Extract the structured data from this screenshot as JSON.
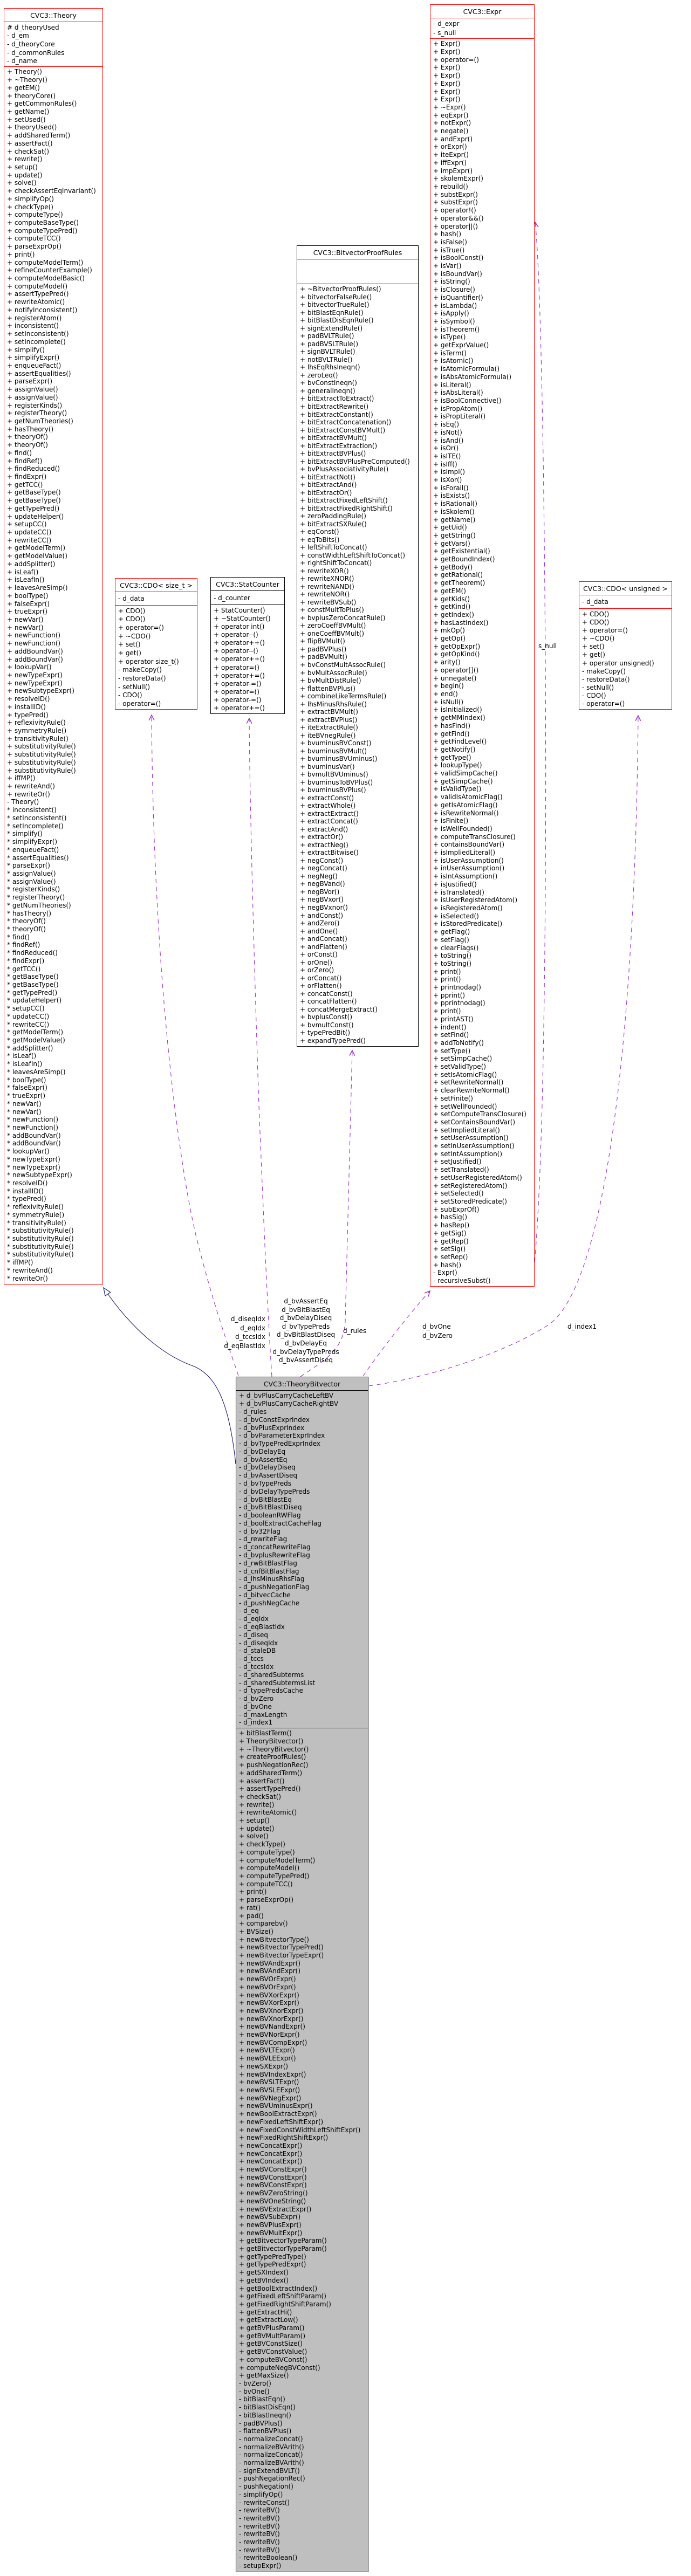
{
  "classes": {
    "theory": {
      "title": "CVC3::Theory",
      "attributes": [
        "# d_theoryUsed",
        "- d_em",
        "- d_theoryCore",
        "- d_commonRules",
        "- d_name"
      ],
      "methods": [
        "+ Theory()",
        "+ ~Theory()",
        "+ getEM()",
        "+ theoryCore()",
        "+ getCommonRules()",
        "+ getName()",
        "+ setUsed()",
        "+ theoryUsed()",
        "+ addSharedTerm()",
        "+ assertFact()",
        "+ checkSat()",
        "+ rewrite()",
        "+ setup()",
        "+ update()",
        "+ solve()",
        "+ checkAssertEqInvariant()",
        "+ simplifyOp()",
        "+ checkType()",
        "+ computeType()",
        "+ computeBaseType()",
        "+ computeTypePred()",
        "+ computeTCC()",
        "+ parseExprOp()",
        "+ print()",
        "+ computeModelTerm()",
        "+ refineCounterExample()",
        "+ computeModelBasic()",
        "+ computeModel()",
        "+ assertTypePred()",
        "+ rewriteAtomic()",
        "+ notifyInconsistent()",
        "+ registerAtom()",
        "+ inconsistent()",
        "+ setInconsistent()",
        "+ setIncomplete()",
        "+ simplify()",
        "+ simplifyExpr()",
        "+ enqueueFact()",
        "+ assertEqualities()",
        "+ parseExpr()",
        "+ assignValue()",
        "+ assignValue()",
        "+ registerKinds()",
        "+ registerTheory()",
        "+ getNumTheories()",
        "+ hasTheory()",
        "+ theoryOf()",
        "+ theoryOf()",
        "+ find()",
        "+ findRef()",
        "+ findReduced()",
        "+ findExpr()",
        "+ getTCC()",
        "+ getBaseType()",
        "+ getBaseType()",
        "+ getTypePred()",
        "+ updateHelper()",
        "+ setupCC()",
        "+ updateCC()",
        "+ rewriteCC()",
        "+ getModelTerm()",
        "+ getModelValue()",
        "+ addSplitter()",
        "+ isLeaf()",
        "+ isLeafIn()",
        "+ leavesAreSimp()",
        "+ boolType()",
        "+ falseExpr()",
        "+ trueExpr()",
        "+ newVar()",
        "+ newVar()",
        "+ newFunction()",
        "+ newFunction()",
        "+ addBoundVar()",
        "+ addBoundVar()",
        "+ lookupVar()",
        "+ newTypeExpr()",
        "+ newTypeExpr()",
        "+ newSubtypeExpr()",
        "+ resolveID()",
        "+ installID()",
        "+ typePred()",
        "+ reflexivityRule()",
        "+ symmetryRule()",
        "+ transitivityRule()",
        "+ substitutivityRule()",
        "+ substitutivityRule()",
        "+ substitutivityRule()",
        "+ substitutivityRule()",
        "+ iffMP()",
        "+ rewriteAnd()",
        "+ rewriteOr()",
        "- Theory()",
        "* inconsistent()",
        "* setInconsistent()",
        "* setIncomplete()",
        "* simplify()",
        "* simplifyExpr()",
        "* enqueueFact()",
        "* assertEqualities()",
        "* parseExpr()",
        "* assignValue()",
        "* assignValue()",
        "* registerKinds()",
        "* registerTheory()",
        "* getNumTheories()",
        "* hasTheory()",
        "* theoryOf()",
        "* theoryOf()",
        "* find()",
        "* findRef()",
        "* findReduced()",
        "* findExpr()",
        "* getTCC()",
        "* getBaseType()",
        "* getBaseType()",
        "* getTypePred()",
        "* updateHelper()",
        "* setupCC()",
        "* updateCC()",
        "* rewriteCC()",
        "* getModelTerm()",
        "* getModelValue()",
        "* addSplitter()",
        "* isLeaf()",
        "* isLeafIn()",
        "* leavesAreSimp()",
        "* boolType()",
        "* falseExpr()",
        "* trueExpr()",
        "* newVar()",
        "* newVar()",
        "* newFunction()",
        "* newFunction()",
        "* addBoundVar()",
        "* addBoundVar()",
        "* lookupVar()",
        "* newTypeExpr()",
        "* newTypeExpr()",
        "* newSubtypeExpr()",
        "* resolveID()",
        "* installID()",
        "* typePred()",
        "* reflexivityRule()",
        "* symmetryRule()",
        "* transitivityRule()",
        "* substitutivityRule()",
        "* substitutivityRule()",
        "* substitutivityRule()",
        "* substitutivityRule()",
        "* iffMP()",
        "* rewriteAnd()",
        "* rewriteOr()"
      ]
    },
    "expr": {
      "title": "CVC3::Expr",
      "attributes": [
        "- d_expr",
        "- s_null"
      ],
      "methods": [
        "+ Expr()",
        "+ Expr()",
        "+ operator=()",
        "+ Expr()",
        "+ Expr()",
        "+ Expr()",
        "+ Expr()",
        "+ Expr()",
        "+ ~Expr()",
        "+ eqExpr()",
        "+ notExpr()",
        "+ negate()",
        "+ andExpr()",
        "+ orExpr()",
        "+ iteExpr()",
        "+ iffExpr()",
        "+ impExpr()",
        "+ skolemExpr()",
        "+ rebuild()",
        "+ substExpr()",
        "+ substExpr()",
        "+ operator!()",
        "+ operator&&()",
        "+ operator||()",
        "+ hash()",
        "+ isFalse()",
        "+ isTrue()",
        "+ isBoolConst()",
        "+ isVar()",
        "+ isBoundVar()",
        "+ isString()",
        "+ isClosure()",
        "+ isQuantifier()",
        "+ isLambda()",
        "+ isApply()",
        "+ isSymbol()",
        "+ isTheorem()",
        "+ isType()",
        "+ getExprValue()",
        "+ isTerm()",
        "+ isAtomic()",
        "+ isAtomicFormula()",
        "+ isAbsAtomicFormula()",
        "+ isLiteral()",
        "+ isAbsLiteral()",
        "+ isBoolConnective()",
        "+ isPropAtom()",
        "+ isPropLiteral()",
        "+ isEq()",
        "+ isNot()",
        "+ isAnd()",
        "+ isOr()",
        "+ isITE()",
        "+ isIff()",
        "+ isImpl()",
        "+ isXor()",
        "+ isForall()",
        "+ isExists()",
        "+ isRational()",
        "+ isSkolem()",
        "+ getName()",
        "+ getUid()",
        "+ getString()",
        "+ getVars()",
        "+ getExistential()",
        "+ getBoundIndex()",
        "+ getBody()",
        "+ getRational()",
        "+ getTheorem()",
        "+ getEM()",
        "+ getKids()",
        "+ getKind()",
        "+ getIndex()",
        "+ hasLastIndex()",
        "+ mkOp()",
        "+ getOp()",
        "+ getOpExpr()",
        "+ getOpKind()",
        "+ arity()",
        "+ operator[]()",
        "+ unnegate()",
        "+ begin()",
        "+ end()",
        "+ isNull()",
        "+ isInitialized()",
        "+ getMMIndex()",
        "+ hasFind()",
        "+ getFind()",
        "+ getFindLevel()",
        "+ getNotify()",
        "+ getType()",
        "+ lookupType()",
        "+ validSimpCache()",
        "+ getSimpCache()",
        "+ isValidType()",
        "+ validIsAtomicFlag()",
        "+ getIsAtomicFlag()",
        "+ isRewriteNormal()",
        "+ isFinite()",
        "+ isWellFounded()",
        "+ computeTransClosure()",
        "+ containsBoundVar()",
        "+ isImpliedLiteral()",
        "+ isUserAssumption()",
        "+ inUserAssumption()",
        "+ isIntAssumption()",
        "+ isJustified()",
        "+ isTranslated()",
        "+ isUserRegisteredAtom()",
        "+ isRegisteredAtom()",
        "+ isSelected()",
        "+ isStoredPredicate()",
        "+ getFlag()",
        "+ setFlag()",
        "+ clearFlags()",
        "+ toString()",
        "+ toString()",
        "+ print()",
        "+ print()",
        "+ printnodag()",
        "+ pprint()",
        "+ pprintnodag()",
        "+ print()",
        "+ printAST()",
        "+ indent()",
        "+ setFind()",
        "+ addToNotify()",
        "+ setType()",
        "+ setSimpCache()",
        "+ setValidType()",
        "+ setIsAtomicFlag()",
        "+ setRewriteNormal()",
        "+ clearRewriteNormal()",
        "+ setFinite()",
        "+ setWellFounded()",
        "+ setComputeTransClosure()",
        "+ setContainsBoundVar()",
        "+ setImpliedLiteral()",
        "+ setUserAssumption()",
        "+ setInUserAssumption()",
        "+ setIntAssumption()",
        "+ setJustified()",
        "+ setTranslated()",
        "+ setUserRegisteredAtom()",
        "+ setRegisteredAtom()",
        "+ setSelected()",
        "+ setStoredPredicate()",
        "+ subExprOf()",
        "+ hasSig()",
        "+ hasRep()",
        "+ getSig()",
        "+ getRep()",
        "+ setSig()",
        "+ setRep()",
        "+ hash()",
        "- Expr()",
        "- recursiveSubst()"
      ]
    },
    "proof_rules": {
      "title": "CVC3::BitvectorProofRules",
      "attributes": [],
      "methods": [
        "+ ~BitvectorProofRules()",
        "+ bitvectorFalseRule()",
        "+ bitvectorTrueRule()",
        "+ bitBlastEqnRule()",
        "+ bitBlastDisEqnRule()",
        "+ signExtendRule()",
        "+ padBVLTRule()",
        "+ padBVSLTRule()",
        "+ signBVLTRule()",
        "+ notBVLTRule()",
        "+ lhsEqRhsIneqn()",
        "+ zeroLeq()",
        "+ bvConstIneqn()",
        "+ generalIneqn()",
        "+ bitExtractToExtract()",
        "+ bitExtractRewrite()",
        "+ bitExtractConstant()",
        "+ bitExtractConcatenation()",
        "+ bitExtractConstBVMult()",
        "+ bitExtractBVMult()",
        "+ bitExtractExtraction()",
        "+ bitExtractBVPlus()",
        "+ bitExtractBVPlusPreComputed()",
        "+ bvPlusAssociativityRule()",
        "+ bitExtractNot()",
        "+ bitExtractAnd()",
        "+ bitExtractOr()",
        "+ bitExtractFixedLeftShift()",
        "+ bitExtractFixedRightShift()",
        "+ zeroPaddingRule()",
        "+ bitExtractSXRule()",
        "+ eqConst()",
        "+ eqToBits()",
        "+ leftShiftToConcat()",
        "+ constWidthLeftShiftToConcat()",
        "+ rightShiftToConcat()",
        "+ rewriteXOR()",
        "+ rewriteXNOR()",
        "+ rewriteNAND()",
        "+ rewriteNOR()",
        "+ rewriteBVSub()",
        "+ constMultToPlus()",
        "+ bvplusZeroConcatRule()",
        "+ zeroCoeffBVMult()",
        "+ oneCoeffBVMult()",
        "+ flipBVMult()",
        "+ padBVPlus()",
        "+ padBVMult()",
        "+ bvConstMultAssocRule()",
        "+ bvMultAssocRule()",
        "+ bvMultDistRule()",
        "+ flattenBVPlus()",
        "+ combineLikeTermsRule()",
        "+ lhsMinusRhsRule()",
        "+ extractBVMult()",
        "+ extractBVPlus()",
        "+ iteExtractRule()",
        "+ iteBVnegRule()",
        "+ bvuminusBVConst()",
        "+ bvuminusBVMult()",
        "+ bvuminusBVUminus()",
        "+ bvuminusVar()",
        "+ bvmultBVUminus()",
        "+ bvuminusToBVPlus()",
        "+ bvuminusBVPlus()",
        "+ extractConst()",
        "+ extractWhole()",
        "+ extractExtract()",
        "+ extractConcat()",
        "+ extractAnd()",
        "+ extractOr()",
        "+ extractNeg()",
        "+ extractBitwise()",
        "+ negConst()",
        "+ negConcat()",
        "+ negNeg()",
        "+ negBVand()",
        "+ negBVor()",
        "+ negBVxor()",
        "+ negBVxnor()",
        "+ andConst()",
        "+ andZero()",
        "+ andOne()",
        "+ andConcat()",
        "+ andFlatten()",
        "+ orConst()",
        "+ orOne()",
        "+ orZero()",
        "+ orConcat()",
        "+ orFlatten()",
        "+ concatConst()",
        "+ concatFlatten()",
        "+ concatMergeExtract()",
        "+ bvplusConst()",
        "+ bvmultConst()",
        "+ typePredBit()",
        "+ expandTypePred()"
      ]
    },
    "cdo_size_t": {
      "title": "CVC3::CDO< size_t >",
      "attributes": [
        "- d_data"
      ],
      "methods": [
        "+ CDO()",
        "+ CDO()",
        "+ operator=()",
        "+ ~CDO()",
        "+ set()",
        "+ get()",
        "+ operator size_t()",
        "- makeCopy()",
        "- restoreData()",
        "- setNull()",
        "- CDO()",
        "- operator=()"
      ]
    },
    "stat_counter": {
      "title": "CVC3::StatCounter",
      "attributes": [
        "- d_counter"
      ],
      "methods": [
        "+ StatCounter()",
        "+ ~StatCounter()",
        "+ operator int()",
        "+ operator--()",
        "+ operator++()",
        "+ operator--()",
        "+ operator++()",
        "+ operator=()",
        "+ operator+=()",
        "+ operator-=()",
        "+ operator=()",
        "+ operator-=()",
        "+ operator+=()"
      ]
    },
    "cdo_unsigned": {
      "title": "CVC3::CDO< unsigned >",
      "attributes": [
        "- d_data"
      ],
      "methods": [
        "+ CDO()",
        "+ CDO()",
        "+ operator=()",
        "+ ~CDO()",
        "+ set()",
        "+ get()",
        "+ operator unsigned()",
        "- makeCopy()",
        "- restoreData()",
        "- setNull()",
        "- CDO()",
        "- operator=()"
      ]
    },
    "theory_bitvector": {
      "title": "CVC3::TheoryBitvector",
      "attributes": [
        "+ d_bvPlusCarryCacheLeftBV",
        "+ d_bvPlusCarryCacheRightBV",
        "- d_rules",
        "- d_bvConstExprIndex",
        "- d_bvPlusExprIndex",
        "- d_bvParameterExprIndex",
        "- d_bvTypePredExprIndex",
        "- d_bvDelayEq",
        "- d_bvAssertEq",
        "- d_bvDelayDiseq",
        "- d_bvAssertDiseq",
        "- d_bvTypePreds",
        "- d_bvDelayTypePreds",
        "- d_bvBitBlastEq",
        "- d_bvBitBlastDiseq",
        "- d_booleanRWFlag",
        "- d_boolExtractCacheFlag",
        "- d_bv32Flag",
        "- d_rewriteFlag",
        "- d_concatRewriteFlag",
        "- d_bvplusRewriteFlag",
        "- d_rwBitBlastFlag",
        "- d_cnfBitBlastFlag",
        "- d_lhsMinusRhsFlag",
        "- d_pushNegationFlag",
        "- d_bitvecCache",
        "- d_pushNegCache",
        "- d_eq",
        "- d_eqIdx",
        "- d_eqBlastIdx",
        "- d_diseq",
        "- d_diseqIdx",
        "- d_staleDB",
        "- d_tccs",
        "- d_tccsIdx",
        "- d_sharedSubterms",
        "- d_sharedSubtermsList",
        "- d_typePredsCache",
        "- d_bvZero",
        "- d_bvOne",
        "- d_maxLength",
        "- d_index1"
      ],
      "methods": [
        "+ bitBlastTerm()",
        "+ TheoryBitvector()",
        "+ ~TheoryBitvector()",
        "+ createProofRules()",
        "+ pushNegationRec()",
        "+ addSharedTerm()",
        "+ assertFact()",
        "+ assertTypePred()",
        "+ checkSat()",
        "+ rewrite()",
        "+ rewriteAtomic()",
        "+ setup()",
        "+ update()",
        "+ solve()",
        "+ checkType()",
        "+ computeType()",
        "+ computeModelTerm()",
        "+ computeModel()",
        "+ computeTypePred()",
        "+ computeTCC()",
        "+ print()",
        "+ parseExprOp()",
        "+ rat()",
        "+ pad()",
        "+ comparebv()",
        "+ BVSize()",
        "+ newBitvectorType()",
        "+ newBitvectorTypePred()",
        "+ newBitvectorTypeExpr()",
        "+ newBVAndExpr()",
        "+ newBVAndExpr()",
        "+ newBVOrExpr()",
        "+ newBVOrExpr()",
        "+ newBVXorExpr()",
        "+ newBVXorExpr()",
        "+ newBVXnorExpr()",
        "+ newBVXnorExpr()",
        "+ newBVNandExpr()",
        "+ newBVNorExpr()",
        "+ newBVCompExpr()",
        "+ newBVLTExpr()",
        "+ newBVLEExpr()",
        "+ newSXExpr()",
        "+ newBVIndexExpr()",
        "+ newBVSLTExpr()",
        "+ newBVSLEExpr()",
        "+ newBVNegExpr()",
        "+ newBVUminusExpr()",
        "+ newBoolExtractExpr()",
        "+ newFixedLeftShiftExpr()",
        "+ newFixedConstWidthLeftShiftExpr()",
        "+ newFixedRightShiftExpr()",
        "+ newConcatExpr()",
        "+ newConcatExpr()",
        "+ newConcatExpr()",
        "+ newBVConstExpr()",
        "+ newBVConstExpr()",
        "+ newBVConstExpr()",
        "+ newBVZeroString()",
        "+ newBVOneString()",
        "+ newBVExtractExpr()",
        "+ newBVSubExpr()",
        "+ newBVPlusExpr()",
        "+ newBVMultExpr()",
        "+ getBitvectorTypeParam()",
        "+ getBitvectorTypeParam()",
        "+ getTypePredType()",
        "+ getTypePredExpr()",
        "+ getSXIndex()",
        "+ getBVIndex()",
        "+ getBoolExtractIndex()",
        "+ getFixedLeftShiftParam()",
        "+ getFixedRightShiftParam()",
        "+ getExtractHi()",
        "+ getExtractLow()",
        "+ getBVPlusParam()",
        "+ getBVMultParam()",
        "+ getBVConstSize()",
        "+ getBVConstValue()",
        "+ computeBVConst()",
        "+ computeNegBVConst()",
        "+ getMaxSize()",
        "- bvZero()",
        "- bvOne()",
        "- bitBlastEqn()",
        "- bitBlastDisEqn()",
        "- bitBlastIneqn()",
        "- padBVPlus()",
        "- flattenBVPlus()",
        "- normalizeConcat()",
        "- normalizeBVArith()",
        "- normalizeConcat()",
        "- normalizeBVArith()",
        "- signExtendBVLT()",
        "- pushNegationRec()",
        "- pushNegation()",
        "- simplifyOp()",
        "- rewriteConst()",
        "- rewriteBV()",
        "- rewriteBV()",
        "- rewriteBV()",
        "- rewriteBV()",
        "- rewriteBV()",
        "- rewriteBV()",
        "- rewriteBoolean()",
        "- setupExpr()"
      ]
    }
  },
  "edges": {
    "inheritance": {
      "from": "theory_bitvector",
      "to": "theory",
      "type": "inheritance",
      "label": ""
    },
    "rules": {
      "from": "theory_bitvector",
      "to": "proof_rules",
      "label": "d_rules"
    },
    "cdo_size": {
      "from": "theory_bitvector",
      "to": "cdo_size_t",
      "label": "d_diseqIdx\nd_eqIdx\nd_tccsIdx\nd_eqBlastIdx"
    },
    "stat": {
      "from": "theory_bitvector",
      "to": "stat_counter",
      "label": "d_bvAssertEq\nd_bvBitBlastEq\nd_bvDelayDiseq\nd_bvTypePreds\nd_bvBitBlastDiseq\nd_bvDelayEq\nd_bvDelayTypePreds\nd_bvAssertDiseq"
    },
    "bvone": {
      "from": "theory_bitvector",
      "to": "expr",
      "label": "d_bvOne\nd_bvZero"
    },
    "index1": {
      "from": "theory_bitvector",
      "to": "cdo_unsigned",
      "label": "d_index1"
    },
    "snull": {
      "from": "expr",
      "to": "expr",
      "label": "s_null"
    }
  },
  "colors": {
    "red_border": "#ff0000",
    "black_border": "#000000",
    "edge_purple": "#9a32cd",
    "inheritance_blue": "#191970",
    "main_node_fill": "#bfbfbf"
  }
}
